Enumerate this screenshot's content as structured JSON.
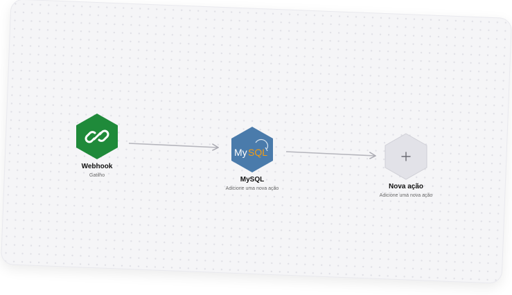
{
  "workflow": {
    "nodes": [
      {
        "title": "Webhook",
        "subtitle": "Gatilho",
        "icon": "link-icon",
        "color": "#1f8a3a"
      },
      {
        "title": "MySQL",
        "subtitle": "Adicione uma nova ação",
        "icon": "mysql-logo",
        "color": "#4a7bab"
      },
      {
        "title": "Nova ação",
        "subtitle": "Adicione uma nova ação",
        "icon": "plus-icon",
        "color": "#e2e2e8"
      }
    ]
  }
}
